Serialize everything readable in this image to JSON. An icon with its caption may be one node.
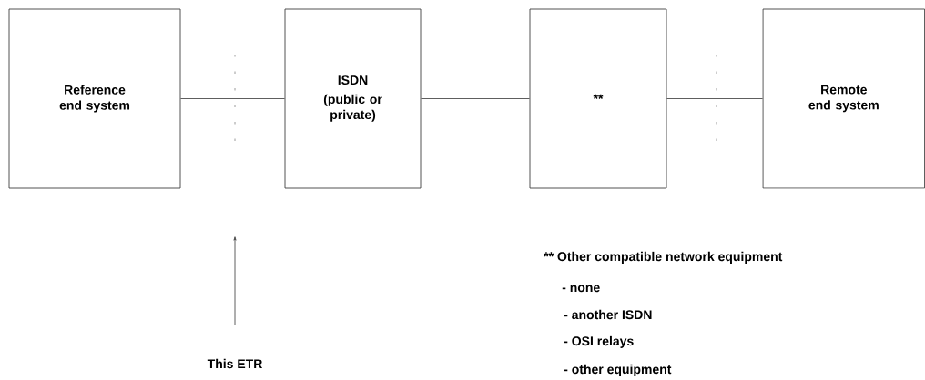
{
  "diagram": {
    "nodes": [
      {
        "text": [
          "Reference end system"
        ]
      },
      {
        "text": [
          "ISDN",
          "(public or private)"
        ]
      },
      {
        "text": [
          "**"
        ]
      },
      {
        "text": [
          "Remote end system"
        ]
      },
      {
        "text": [
          "This ETR"
        ]
      }
    ],
    "edges": [
      {
        "from": 0,
        "to": 1,
        "arrow": "none"
      },
      {
        "from": 1,
        "to": 2,
        "arrow": "none"
      },
      {
        "from": 2,
        "to": 3,
        "arrow": "none"
      },
      {
        "from": 4,
        "to": null,
        "arrow": "to"
      }
    ],
    "labels": [
      "** Other compatible network equipment",
      "- none",
      "- another ISDN",
      "- OSI relays",
      "- other equipment"
    ]
  }
}
